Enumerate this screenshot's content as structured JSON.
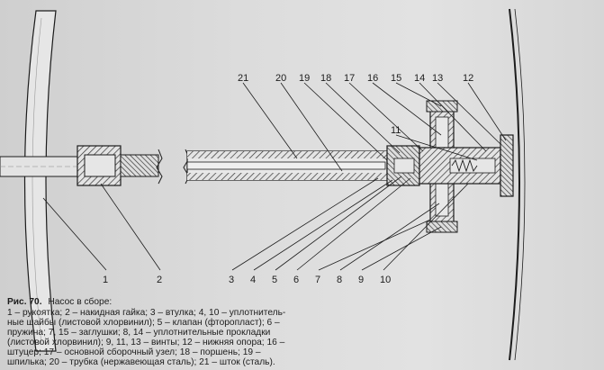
{
  "figure": {
    "label": "Рис. 70.",
    "title": "Насос в сборе:",
    "caption_lines": [
      "1 – рукоятка; 2 – накидная гайка; 3 – втулка; 4, 10 – уплотнитель-",
      "ные шайбы (листовой хлорвинил); 5 – клапан (фторопласт); 6 –",
      "пружина; 7, 15 – заглушки; 8, 14 – уплотнительные прокладки",
      "(листовой хлорвинил); 9, 11, 13 – винты; 12 – нижняя опора; 16 –",
      "штуцер; 17 – основной сборочный узел; 18 – поршень; 19 –",
      "шпилька; 20 – трубка (нержавеющая сталь); 21 – шток (сталь)."
    ]
  },
  "callouts": {
    "top_row": [
      "21",
      "20",
      "19",
      "18",
      "17",
      "16",
      "15",
      "14",
      "13",
      "12",
      "11"
    ],
    "bottom_row": [
      "1",
      "2",
      "3",
      "4",
      "5",
      "6",
      "7",
      "8",
      "9",
      "10"
    ]
  },
  "colors": {
    "ink": "#1c1c1c",
    "paper": "#dcdcdc",
    "hatch": "#3a3a3a"
  }
}
